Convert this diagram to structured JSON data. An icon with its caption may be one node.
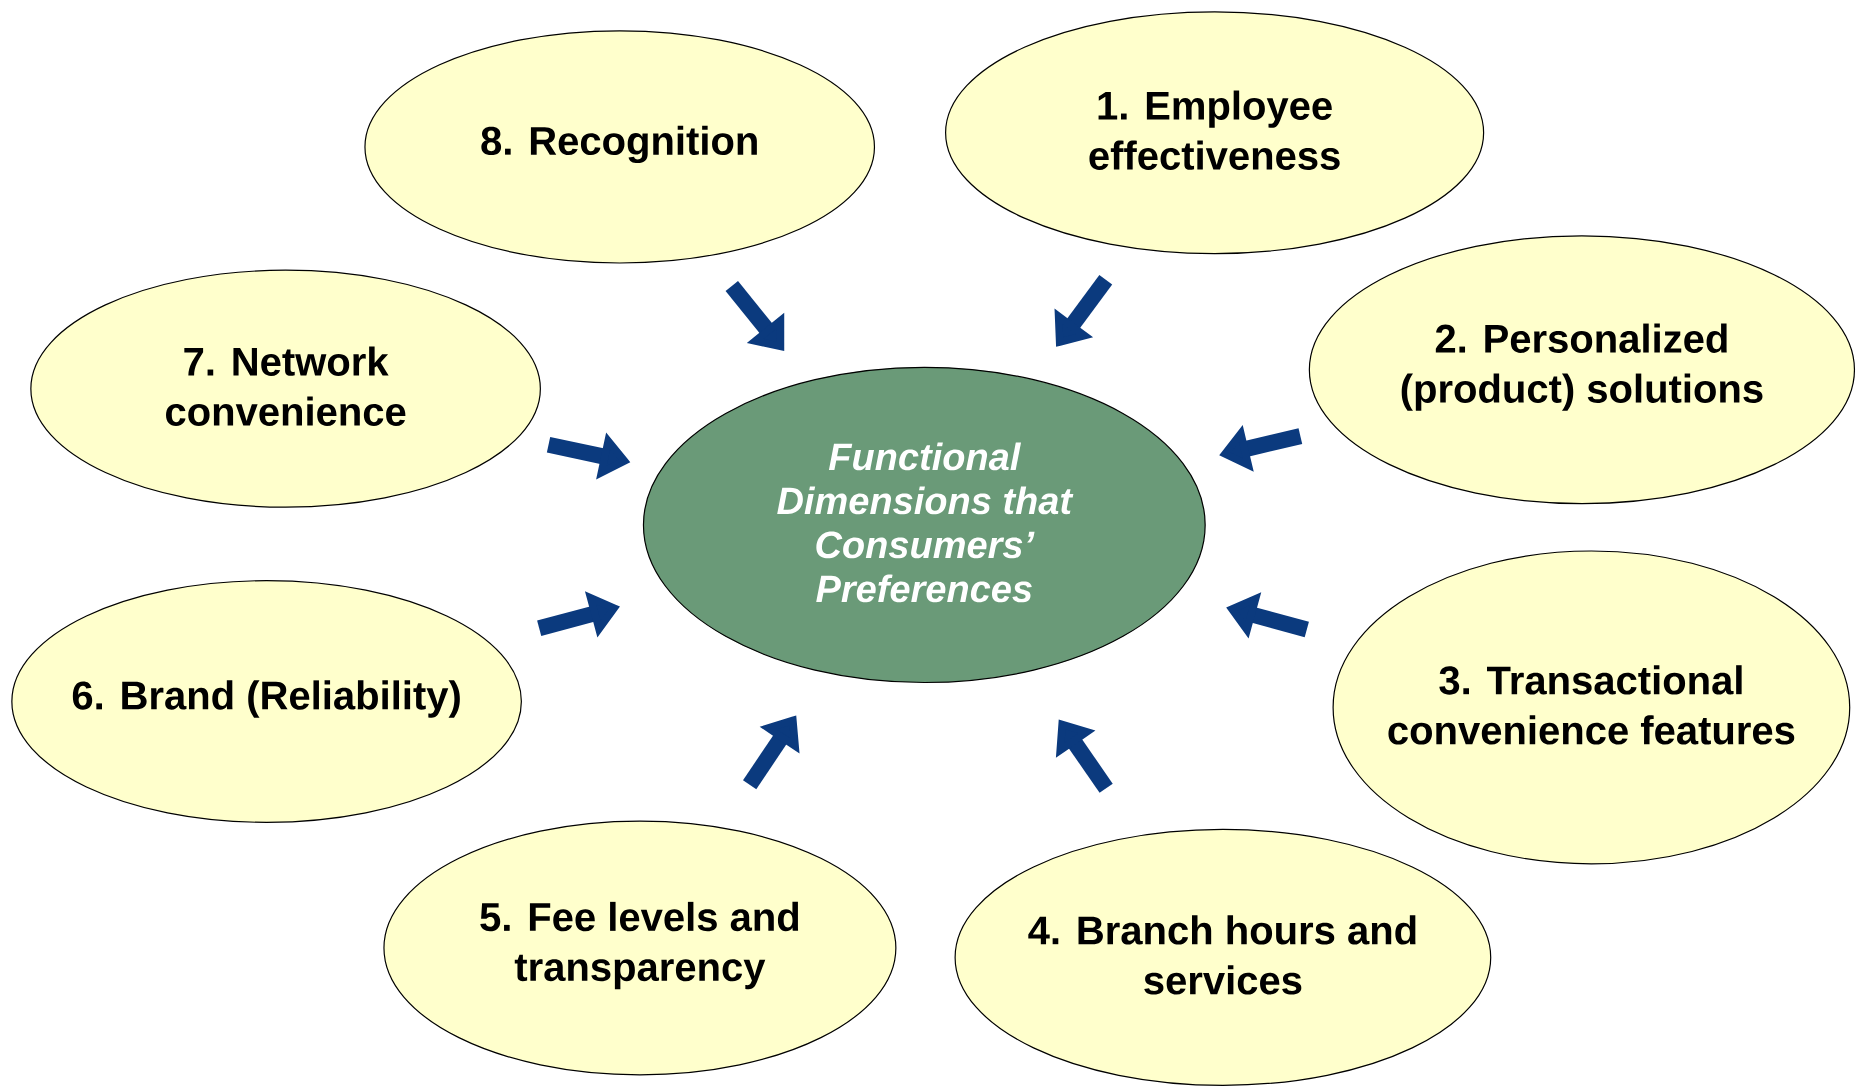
{
  "diagram": {
    "nodes": [
      {
        "text": [
          "Functional Dimensions that Consumers’ Preferences"
        ]
      },
      {
        "text": [
          "1. Employee effectiveness"
        ]
      },
      {
        "text": [
          "2. Personalized (product) solutions"
        ]
      },
      {
        "text": [
          "3. Transactional convenience features"
        ]
      },
      {
        "text": [
          "4. Branch hours and services"
        ]
      },
      {
        "text": [
          "5. Fee levels and transparency"
        ]
      },
      {
        "text": [
          "6. Brand (Reliability)"
        ]
      },
      {
        "text": [
          "7. Network convenience"
        ]
      },
      {
        "text": [
          "8. Recognition"
        ]
      }
    ],
    "edges": [
      {
        "from": 1,
        "to": 0,
        "arrow": "to"
      },
      {
        "from": 2,
        "to": 0,
        "arrow": "to"
      },
      {
        "from": 3,
        "to": 0,
        "arrow": "to"
      },
      {
        "from": 4,
        "to": 0,
        "arrow": "to"
      },
      {
        "from": 5,
        "to": 0,
        "arrow": "to"
      },
      {
        "from": 6,
        "to": 0,
        "arrow": "to"
      },
      {
        "from": 7,
        "to": 0,
        "arrow": "to"
      },
      {
        "from": 8,
        "to": 0,
        "arrow": "to"
      }
    ]
  }
}
